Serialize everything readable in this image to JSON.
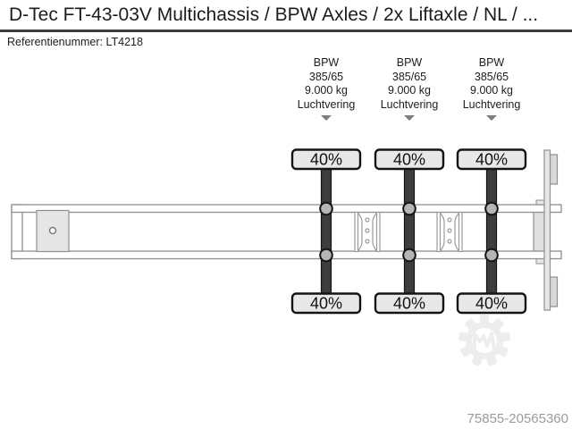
{
  "header": {
    "title": "D-Tec FT-43-03V Multichassis / BPW Axles / 2x Liftaxle / NL / ...",
    "reference": "Referentienummer: LT4218"
  },
  "axles": [
    {
      "make": "BPW",
      "tire_size": "385/65",
      "capacity": "9.000 kg",
      "suspension": "Luchtvering",
      "load_top": "40%",
      "load_bottom": "40%"
    },
    {
      "make": "BPW",
      "tire_size": "385/65",
      "capacity": "9.000 kg",
      "suspension": "Luchtvering",
      "load_top": "40%",
      "load_bottom": "40%"
    },
    {
      "make": "BPW",
      "tire_size": "385/65",
      "capacity": "9.000 kg",
      "suspension": "Luchtvering",
      "load_top": "40%",
      "load_bottom": "40%"
    }
  ],
  "footer": {
    "listing_id": "75855-20565360"
  },
  "icons": {
    "axle_arrow": "triangle-down",
    "watermark": "gear-with-m-logo"
  },
  "colors": {
    "axle_bar": "#3d3d3d",
    "load_box_fill": "#e8e8e8",
    "chassis_outline": "#8f8f8f",
    "hub_fill": "#b5b5b5",
    "watermark_gray": "#ededed",
    "id_text": "#9a9a9a"
  }
}
